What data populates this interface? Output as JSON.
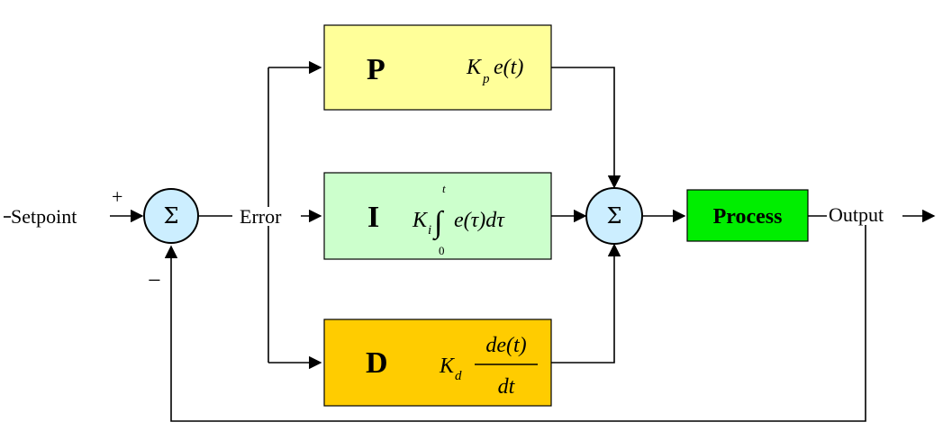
{
  "diagram": {
    "setpoint_label": "Setpoint",
    "plus_sign": "+",
    "minus_sign": "−",
    "error_label": "Error",
    "output_label": "Output",
    "sum_symbol": "Σ",
    "blocks": {
      "p": {
        "letter": "P",
        "coef": "K",
        "sub": "p",
        "expr": "e(t)",
        "color": "#FFFF99"
      },
      "i": {
        "letter": "I",
        "coef": "K",
        "sub": "i",
        "integral": "∫",
        "upper": "t",
        "lower": "0",
        "expr": "e(τ)dτ",
        "color": "#CCFFCC"
      },
      "d": {
        "letter": "D",
        "coef": "K",
        "sub": "d",
        "numerator": "de(t)",
        "denominator": "dt",
        "color": "#FFCC00"
      }
    },
    "process": {
      "label": "Process",
      "color": "#00EE00"
    },
    "sum_color": "#CCEEFF"
  }
}
